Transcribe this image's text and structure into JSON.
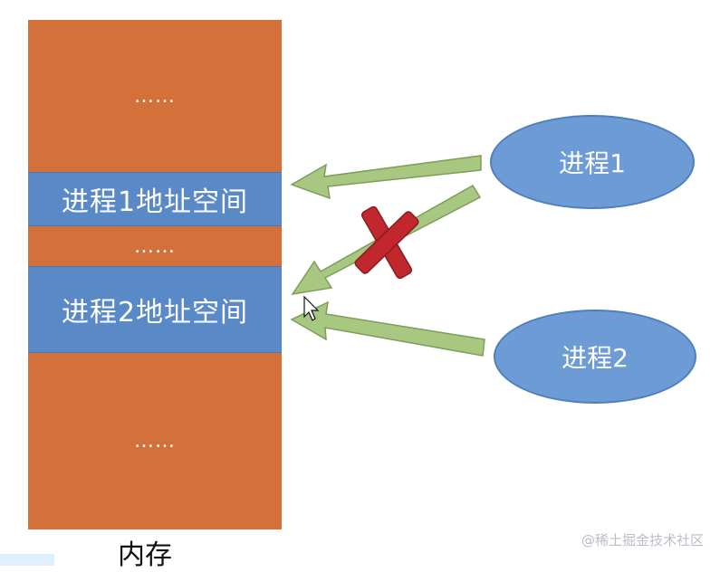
{
  "memory": {
    "caption": "内存",
    "segments": [
      {
        "kind": "other",
        "label": "……"
      },
      {
        "kind": "process",
        "label": "进程1地址空间"
      },
      {
        "kind": "other",
        "label": "……"
      },
      {
        "kind": "process",
        "label": "进程2地址空间"
      },
      {
        "kind": "other",
        "label": "……"
      }
    ]
  },
  "processes": [
    {
      "label": "进程1"
    },
    {
      "label": "进程2"
    }
  ],
  "accesses": [
    {
      "from": "进程1",
      "to": "进程1地址空间",
      "allowed": true
    },
    {
      "from": "进程1",
      "to": "进程2地址空间",
      "allowed": false
    },
    {
      "from": "进程2",
      "to": "进程2地址空间",
      "allowed": true
    }
  ],
  "colors": {
    "memory_other": "#d4703a",
    "memory_process": "#5a89c8",
    "process_ellipse": "#6d9bd6",
    "arrow_fill": "#a8c882",
    "deny_mark": "#c0282d"
  },
  "watermark": "@稀土掘金技术社区"
}
